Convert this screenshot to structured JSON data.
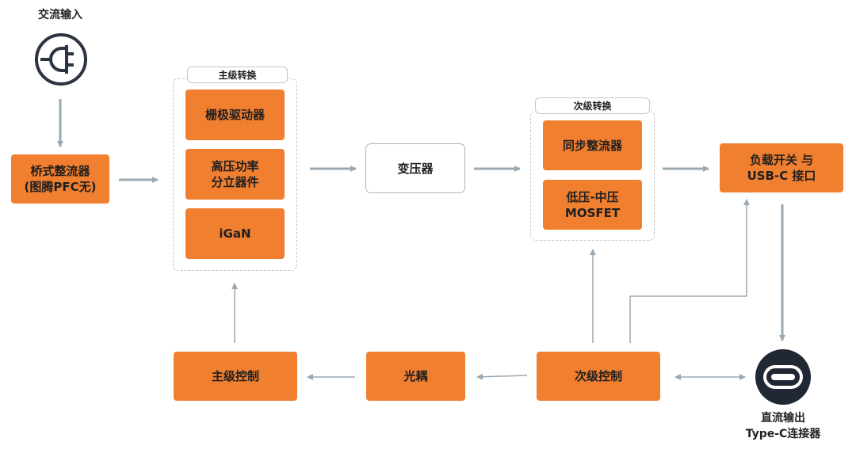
{
  "colors": {
    "accent_orange": "#f07f30",
    "arrow_gray": "#9aa8b2",
    "dark_icon": "#2b3440"
  },
  "ac_input": {
    "label": "交流输入",
    "icon": "plug-icon"
  },
  "bridge_rectifier": {
    "label": "桥式整流器\n(图腾PFC无)"
  },
  "primary_group": {
    "title": "主级转换",
    "items": [
      "栅极驱动器",
      "高压功率\n分立器件",
      "iGaN"
    ]
  },
  "transformer": {
    "label": "变压器"
  },
  "secondary_group": {
    "title": "次级转换",
    "items": [
      "同步整流器",
      "低压-中压\nMOSFET"
    ]
  },
  "load_switch": {
    "label": "负载开关 与\nUSB-C 接口"
  },
  "primary_control": {
    "label": "主级控制"
  },
  "optocoupler": {
    "label": "光耦"
  },
  "secondary_control": {
    "label": "次级控制"
  },
  "usb_c_connector": {
    "label": "直流输出\nType-C连接器",
    "icon": "usb-c-port-icon"
  }
}
